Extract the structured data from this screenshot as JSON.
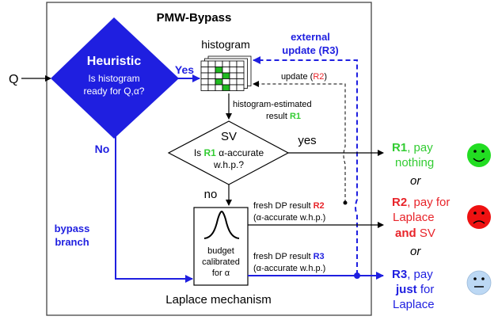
{
  "title": "PMW-Bypass",
  "input_label": "Q",
  "heuristic": {
    "title": "Heuristic",
    "question_line1": "Is histogram",
    "question_line2": "ready for Q,α?"
  },
  "yes_label": "Yes",
  "no_label": "No",
  "histogram_label": "histogram",
  "external_update": {
    "line1": "external",
    "line2": "update (R3)"
  },
  "update_r2": {
    "prefix": "update (",
    "ref": "R2",
    "suffix": ")"
  },
  "estimated_result": {
    "line1": "histogram-estimated",
    "line2_prefix": "result ",
    "ref": "R1"
  },
  "sv": {
    "title": "SV",
    "line1_prefix": "Is ",
    "ref": "R1",
    "line1_suffix": " α-accurate",
    "line2": "w.h.p.?"
  },
  "sv_yes_label": "yes",
  "sv_no_label": "no",
  "fresh_r2": {
    "prefix": "fresh DP result ",
    "ref": "R2",
    "sub": "(α-accurate w.h.p.)"
  },
  "fresh_r3": {
    "prefix": "fresh DP result ",
    "ref": "R3",
    "sub": "(α-accurate w.h.p.)"
  },
  "laplace_box": {
    "line1": "budget",
    "line2": "calibrated",
    "line3": "for α"
  },
  "laplace_label": "Laplace mechanism",
  "bypass_branch": {
    "line1": "bypass",
    "line2": "branch"
  },
  "outcomes": {
    "r1": {
      "ref": "R1",
      "text1": ", pay",
      "text2": "nothing"
    },
    "or1": "or",
    "r2": {
      "ref": "R2",
      "text1": ", pay for",
      "text2": "Laplace",
      "text3_bold": "and",
      "text3": " SV"
    },
    "or2": "or",
    "r3": {
      "ref": "R3",
      "text1": ", pay",
      "text2_bold": "just",
      "text2": " for",
      "text3": "Laplace"
    }
  },
  "faces": [
    "happy-face",
    "sad-face",
    "neutral-face"
  ],
  "colors": {
    "blue": "#1f1fe0",
    "dark_blue": "#0000c0",
    "green": "#33cc33",
    "red": "#e8242a",
    "histogram_green": "#22bb22",
    "face_green": "#22dd22",
    "face_red": "#ee1111",
    "face_blue": "#bcd8f4"
  }
}
